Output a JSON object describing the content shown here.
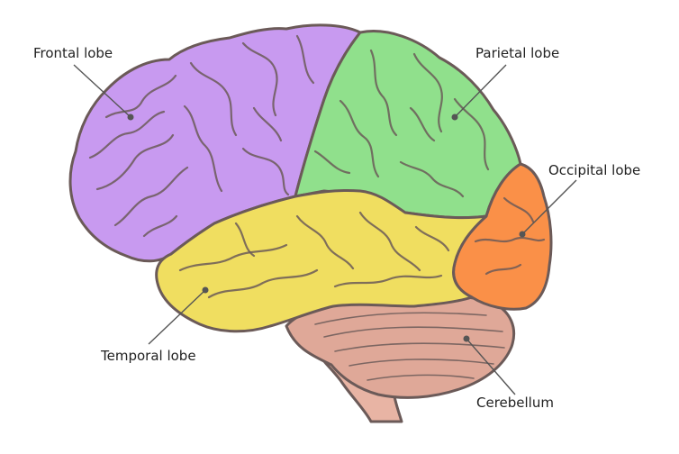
{
  "diagram": {
    "colors": {
      "frontal": "#c89af0",
      "parietal": "#90e08c",
      "temporal": "#f0de60",
      "occipital": "#fa9048",
      "cerebellum": "#dfa898",
      "brainstem": "#e8b4a4",
      "outline": "#6b5a58"
    },
    "labels": {
      "frontal": "Frontal lobe",
      "parietal": "Parietal lobe",
      "occipital": "Occipital lobe",
      "temporal": "Temporal lobe",
      "cerebellum": "Cerebellum"
    }
  }
}
